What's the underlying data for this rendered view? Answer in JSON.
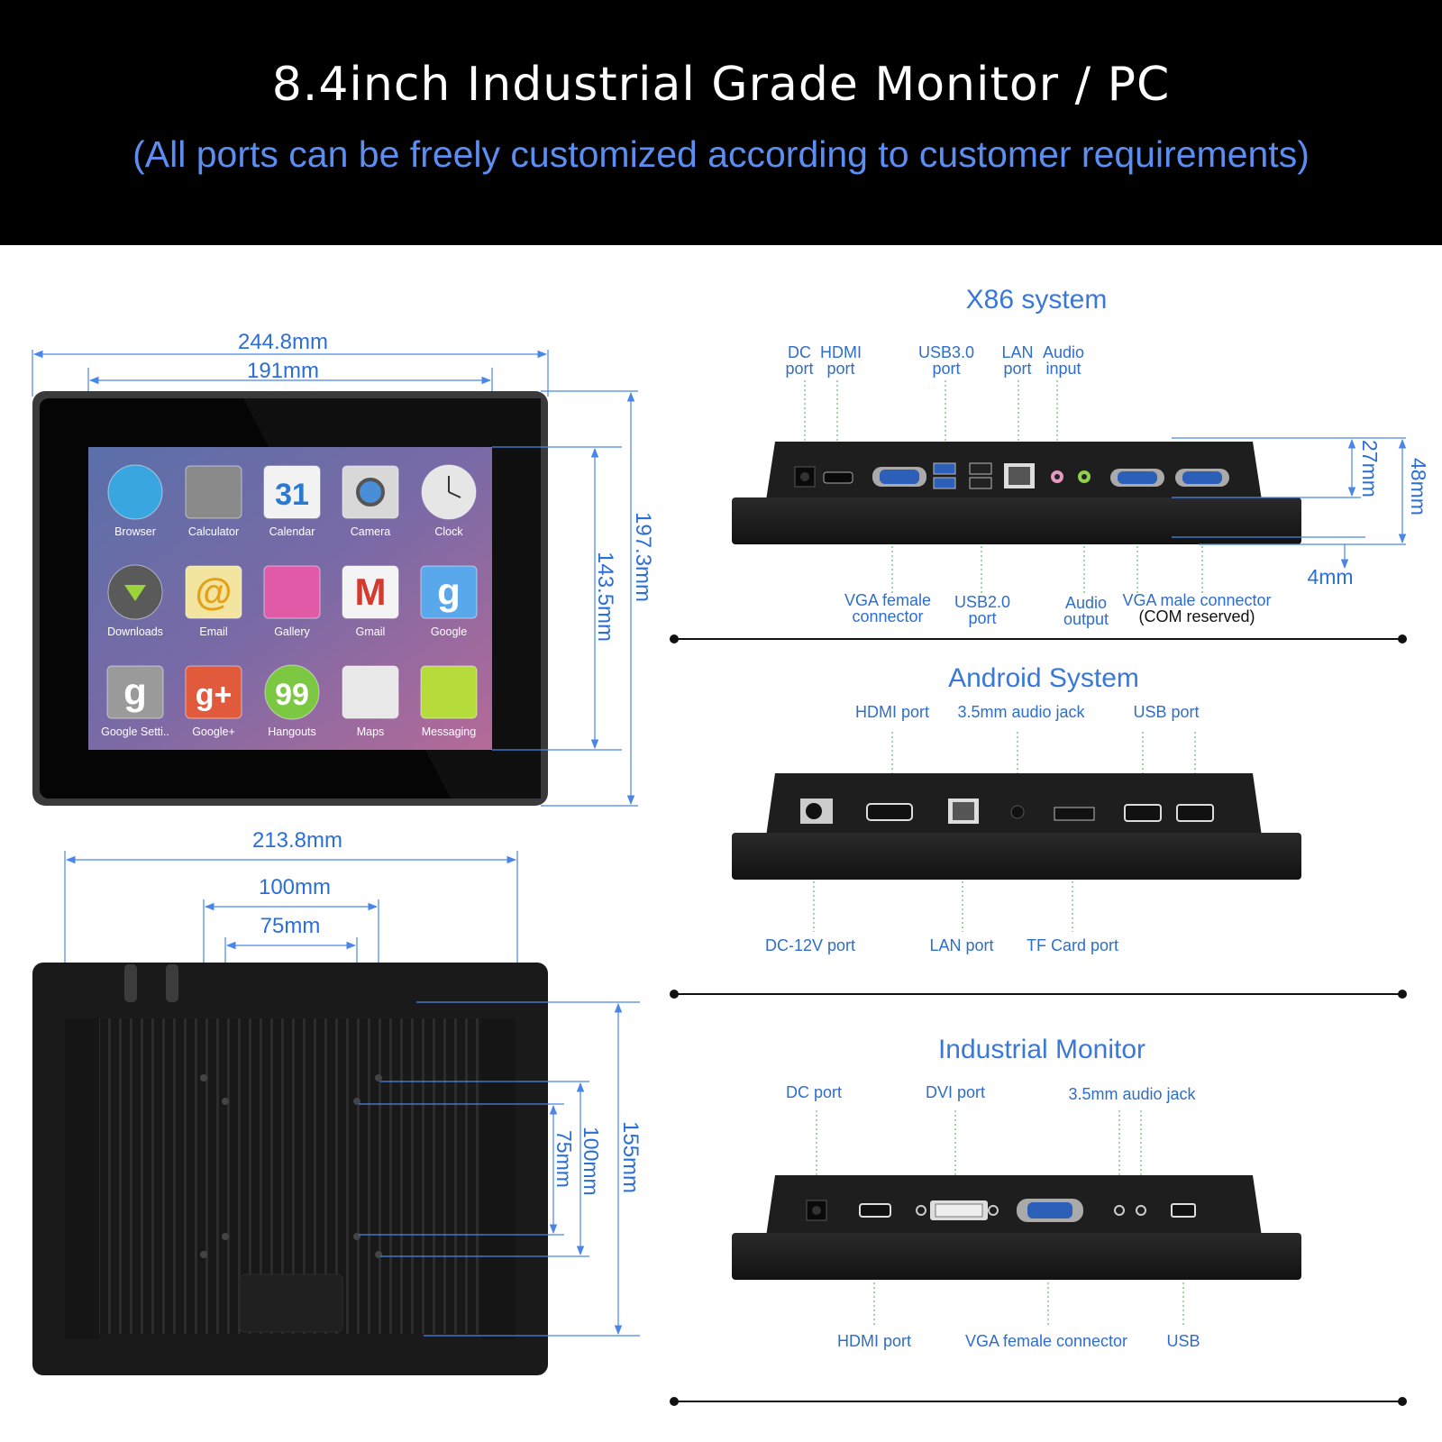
{
  "header": {
    "title": "8.4inch  Industrial Grade Monitor / PC",
    "subtitle": "(All ports can be freely customized according to customer requirements)"
  },
  "front_view": {
    "dimensions": {
      "outer_width": "244.8mm",
      "screen_width": "191mm",
      "screen_height": "143.5mm",
      "outer_height": "197.3mm"
    },
    "apps": [
      {
        "label": "Browser",
        "icon": "globe-icon"
      },
      {
        "label": "Calculator",
        "icon": "calculator-icon"
      },
      {
        "label": "Calendar",
        "icon": "calendar-icon",
        "glyph": "31"
      },
      {
        "label": "Camera",
        "icon": "camera-icon"
      },
      {
        "label": "Clock",
        "icon": "clock-icon"
      },
      {
        "label": "Downloads",
        "icon": "download-icon"
      },
      {
        "label": "Email",
        "icon": "email-icon",
        "glyph": "@"
      },
      {
        "label": "Gallery",
        "icon": "gallery-icon"
      },
      {
        "label": "Gmail",
        "icon": "gmail-icon",
        "glyph": "M"
      },
      {
        "label": "Google",
        "icon": "google-icon",
        "glyph": "g"
      },
      {
        "label": "Google Setti..",
        "icon": "google-settings-icon",
        "glyph": "g"
      },
      {
        "label": "Google+",
        "icon": "google-plus-icon",
        "glyph": "g+"
      },
      {
        "label": "Hangouts",
        "icon": "hangouts-icon",
        "glyph": "99"
      },
      {
        "label": "Maps",
        "icon": "maps-icon"
      },
      {
        "label": "Messaging",
        "icon": "messaging-icon"
      }
    ]
  },
  "back_view": {
    "dimensions": {
      "width": "213.8mm",
      "vesa_100": "100mm",
      "vesa_75": "75mm",
      "vesa_75_v": "75mm",
      "vesa_100_v": "100mm",
      "height": "155mm"
    }
  },
  "x86_system": {
    "title": "X86 system",
    "top_labels": [
      [
        "DC",
        "port"
      ],
      [
        "HDMI",
        "port"
      ],
      [
        "USB3.0",
        "port"
      ],
      [
        "LAN",
        "port"
      ],
      [
        "Audio",
        "input"
      ]
    ],
    "bottom_labels": [
      [
        "VGA female",
        "connector"
      ],
      [
        "USB2.0",
        "port"
      ],
      [
        "Audio",
        "output"
      ],
      [
        "VGA male connector",
        "(COM reserved)"
      ]
    ],
    "dimensions": {
      "inner_depth": "27mm",
      "total_depth": "48mm",
      "bezel": "4mm"
    }
  },
  "android_system": {
    "title": "Android System",
    "top_labels": [
      "HDMI port",
      "3.5mm audio jack",
      "USB port"
    ],
    "bottom_labels": [
      "DC-12V port",
      "LAN port",
      "TF Card port"
    ]
  },
  "industrial_monitor": {
    "title": "Industrial Monitor",
    "top_labels": [
      "DC port",
      "DVI port",
      "3.5mm audio jack"
    ],
    "bottom_labels": [
      "HDMI port",
      "VGA female connector",
      "USB"
    ]
  },
  "colors": {
    "accent": "#2b6fd6",
    "subtitle": "#5b8ef0",
    "leader": "#3fae49",
    "device": "#1c1c1c"
  }
}
